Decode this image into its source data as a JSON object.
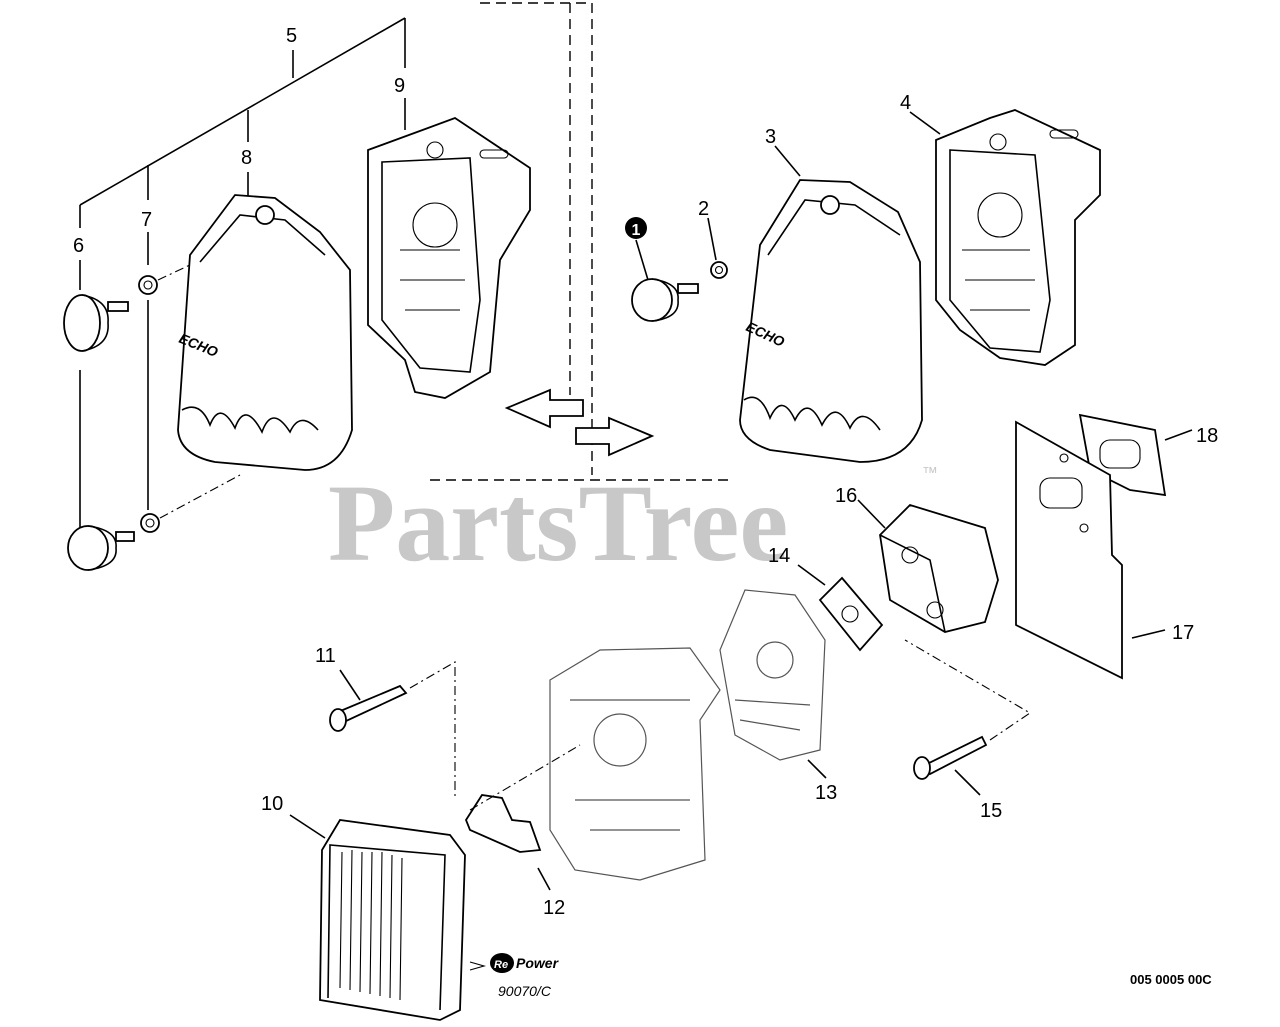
{
  "watermark": {
    "text": "PartsTree",
    "tm": "™"
  },
  "callouts": {
    "c1": "1",
    "c2": "2",
    "c3": "3",
    "c4": "4",
    "c5": "5",
    "c6": "6",
    "c7": "7",
    "c8": "8",
    "c9": "9",
    "c10": "10",
    "c11": "11",
    "c12": "12",
    "c13": "13",
    "c14": "14",
    "c15": "15",
    "c16": "16",
    "c17": "17",
    "c18": "18"
  },
  "cover_logo": {
    "left": "ECHO",
    "right": "ECHO"
  },
  "repower": {
    "brand": "Power",
    "prefix": "Re",
    "kit_code": "90070/C"
  },
  "diagram_code": "005 0005 00C"
}
